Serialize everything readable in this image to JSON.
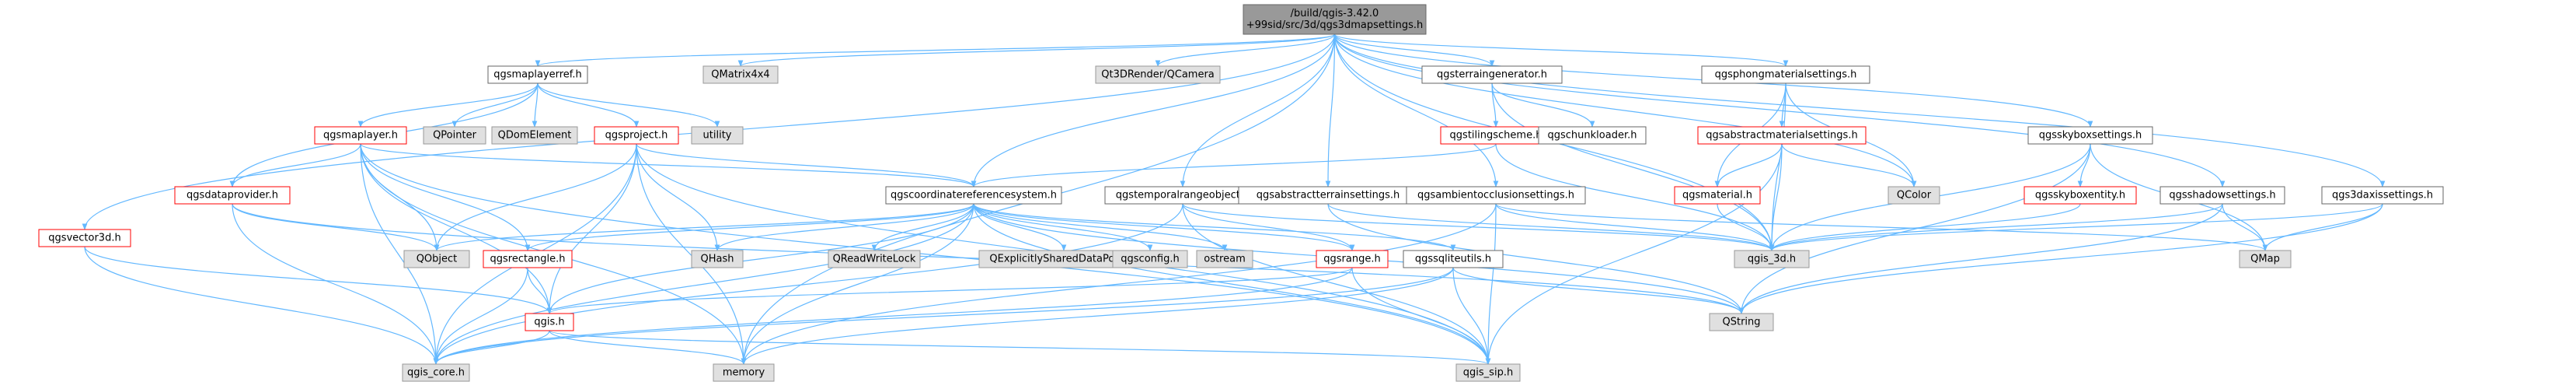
{
  "palette": {
    "edge": "#63b8ff",
    "file_fill": "#ffffff",
    "file_border": "#666666",
    "root_fill": "#999999",
    "root_border": "#666666",
    "ext_fill": "#e0e0e0",
    "ext_border": "#999999",
    "incomplete_border": "#ff0000"
  },
  "nodes": [
    {
      "id": "root",
      "label": [
        "/build/qgis-3.42.0",
        "+99sid/src/3d/qgs3dmapsettings.h"
      ],
      "kind": "root"
    },
    {
      "id": "maplayerref",
      "label": [
        "qgsmaplayerref.h"
      ],
      "kind": "file"
    },
    {
      "id": "qmatrix4x4",
      "label": [
        "QMatrix4x4"
      ],
      "kind": "ext"
    },
    {
      "id": "qt3drender",
      "label": [
        "Qt3DRender/QCamera"
      ],
      "kind": "ext"
    },
    {
      "id": "terraingen",
      "label": [
        "qgsterraingenerator.h"
      ],
      "kind": "file"
    },
    {
      "id": "phongmat",
      "label": [
        "qgsphongmaterialsettings.h"
      ],
      "kind": "file"
    },
    {
      "id": "vector3d",
      "label": [
        "qgsvector3d.h"
      ],
      "kind": "incomplete"
    },
    {
      "id": "maplayer",
      "label": [
        "qgsmaplayer.h"
      ],
      "kind": "incomplete"
    },
    {
      "id": "qpointer",
      "label": [
        "QPointer"
      ],
      "kind": "ext"
    },
    {
      "id": "qdomelement",
      "label": [
        "QDomElement"
      ],
      "kind": "ext"
    },
    {
      "id": "project",
      "label": [
        "qgsproject.h"
      ],
      "kind": "incomplete"
    },
    {
      "id": "utility",
      "label": [
        "utility"
      ],
      "kind": "ext"
    },
    {
      "id": "tilingscheme",
      "label": [
        "qgstilingscheme.h"
      ],
      "kind": "incomplete"
    },
    {
      "id": "chunkloader",
      "label": [
        "qgschunkloader.h"
      ],
      "kind": "file"
    },
    {
      "id": "absmat",
      "label": [
        "qgsabstractmaterialsettings.h"
      ],
      "kind": "incomplete"
    },
    {
      "id": "skybox",
      "label": [
        "qgsskyboxsettings.h"
      ],
      "kind": "file"
    },
    {
      "id": "dataprovider",
      "label": [
        "qgsdataprovider.h"
      ],
      "kind": "incomplete"
    },
    {
      "id": "crs",
      "label": [
        "qgscoordinatereferencesystem.h"
      ],
      "kind": "file"
    },
    {
      "id": "temporal",
      "label": [
        "qgstemporalrangeobject.h"
      ],
      "kind": "file"
    },
    {
      "id": "absterrain",
      "label": [
        "qgsabstractterrainsettings.h"
      ],
      "kind": "file"
    },
    {
      "id": "ambient",
      "label": [
        "qgsambientocclusionsettings.h"
      ],
      "kind": "file"
    },
    {
      "id": "material",
      "label": [
        "qgsmaterial.h"
      ],
      "kind": "incomplete"
    },
    {
      "id": "qcolor",
      "label": [
        "QColor"
      ],
      "kind": "ext"
    },
    {
      "id": "skyboxentity",
      "label": [
        "qgsskyboxentity.h"
      ],
      "kind": "incomplete"
    },
    {
      "id": "shadow",
      "label": [
        "qgsshadowsettings.h"
      ],
      "kind": "file"
    },
    {
      "id": "axis",
      "label": [
        "qgs3daxissettings.h"
      ],
      "kind": "file"
    },
    {
      "id": "qobject",
      "label": [
        "QObject"
      ],
      "kind": "ext"
    },
    {
      "id": "rectangle",
      "label": [
        "qgsrectangle.h"
      ],
      "kind": "incomplete"
    },
    {
      "id": "qhash",
      "label": [
        "QHash"
      ],
      "kind": "ext"
    },
    {
      "id": "qreadwritelock",
      "label": [
        "QReadWriteLock"
      ],
      "kind": "ext"
    },
    {
      "id": "qexplicit",
      "label": [
        "QExplicitlySharedDataPointer"
      ],
      "kind": "ext"
    },
    {
      "id": "qgsconfig",
      "label": [
        "qgsconfig.h"
      ],
      "kind": "ext"
    },
    {
      "id": "ostream",
      "label": [
        "ostream"
      ],
      "kind": "ext"
    },
    {
      "id": "range",
      "label": [
        "qgsrange.h"
      ],
      "kind": "incomplete"
    },
    {
      "id": "sqlite",
      "label": [
        "qgssqliteutils.h"
      ],
      "kind": "file"
    },
    {
      "id": "qgis3d",
      "label": [
        "qgis_3d.h"
      ],
      "kind": "ext"
    },
    {
      "id": "qmap",
      "label": [
        "QMap"
      ],
      "kind": "ext"
    },
    {
      "id": "qgis",
      "label": [
        "qgis.h"
      ],
      "kind": "incomplete"
    },
    {
      "id": "qstring",
      "label": [
        "QString"
      ],
      "kind": "ext"
    },
    {
      "id": "qgiscore",
      "label": [
        "qgis_core.h"
      ],
      "kind": "ext"
    },
    {
      "id": "memory",
      "label": [
        "memory"
      ],
      "kind": "ext"
    },
    {
      "id": "qgissip",
      "label": [
        "qgis_sip.h"
      ],
      "kind": "ext"
    }
  ],
  "edges": [
    [
      "root",
      "maplayerref"
    ],
    [
      "root",
      "qmatrix4x4"
    ],
    [
      "root",
      "qt3drender"
    ],
    [
      "root",
      "terraingen"
    ],
    [
      "root",
      "phongmat"
    ],
    [
      "root",
      "vector3d"
    ],
    [
      "root",
      "crs"
    ],
    [
      "root",
      "temporal"
    ],
    [
      "root",
      "absterrain"
    ],
    [
      "root",
      "ambient"
    ],
    [
      "root",
      "skybox"
    ],
    [
      "root",
      "shadow"
    ],
    [
      "root",
      "axis"
    ],
    [
      "root",
      "qcolor"
    ],
    [
      "root",
      "qgis3d"
    ],
    [
      "root",
      "memory"
    ],
    [
      "maplayerref",
      "maplayer"
    ],
    [
      "maplayerref",
      "qpointer"
    ],
    [
      "maplayerref",
      "qdomelement"
    ],
    [
      "maplayerref",
      "project"
    ],
    [
      "maplayerref",
      "utility"
    ],
    [
      "maplayerref",
      "dataprovider"
    ],
    [
      "maplayer",
      "dataprovider"
    ],
    [
      "maplayer",
      "crs"
    ],
    [
      "maplayer",
      "rectangle"
    ],
    [
      "maplayer",
      "qobject"
    ],
    [
      "maplayer",
      "qgis"
    ],
    [
      "maplayer",
      "qgiscore"
    ],
    [
      "maplayer",
      "qgissip"
    ],
    [
      "maplayer",
      "memory"
    ],
    [
      "project",
      "crs"
    ],
    [
      "project",
      "qobject"
    ],
    [
      "project",
      "qhash"
    ],
    [
      "project",
      "qgis"
    ],
    [
      "project",
      "qgiscore"
    ],
    [
      "project",
      "memory"
    ],
    [
      "project",
      "qgissip"
    ],
    [
      "dataprovider",
      "qobject"
    ],
    [
      "dataprovider",
      "qgiscore"
    ],
    [
      "dataprovider",
      "qstring"
    ],
    [
      "crs",
      "qobject"
    ],
    [
      "crs",
      "rectangle"
    ],
    [
      "crs",
      "qhash"
    ],
    [
      "crs",
      "qreadwritelock"
    ],
    [
      "crs",
      "qexplicit"
    ],
    [
      "crs",
      "qgsconfig"
    ],
    [
      "crs",
      "ostream"
    ],
    [
      "crs",
      "range"
    ],
    [
      "crs",
      "sqlite"
    ],
    [
      "crs",
      "qgis"
    ],
    [
      "crs",
      "qgiscore"
    ],
    [
      "crs",
      "qgissip"
    ],
    [
      "crs",
      "qstring"
    ],
    [
      "crs",
      "memory"
    ],
    [
      "rectangle",
      "qgis"
    ],
    [
      "rectangle",
      "qgiscore"
    ],
    [
      "range",
      "qgis"
    ],
    [
      "range",
      "qgiscore"
    ],
    [
      "range",
      "qgissip"
    ],
    [
      "sqlite",
      "qgiscore"
    ],
    [
      "sqlite",
      "qstring"
    ],
    [
      "sqlite",
      "memory"
    ],
    [
      "sqlite",
      "qgissip"
    ],
    [
      "qgis",
      "qgiscore"
    ],
    [
      "qgis",
      "qgissip"
    ],
    [
      "qgis",
      "memory"
    ],
    [
      "vector3d",
      "qgis"
    ],
    [
      "vector3d",
      "qgiscore"
    ],
    [
      "terraingen",
      "tilingscheme"
    ],
    [
      "terraingen",
      "chunkloader"
    ],
    [
      "terraingen",
      "qgis3d"
    ],
    [
      "tilingscheme",
      "crs"
    ],
    [
      "tilingscheme",
      "qgis3d"
    ],
    [
      "phongmat",
      "absmat"
    ],
    [
      "phongmat",
      "material"
    ],
    [
      "phongmat",
      "qcolor"
    ],
    [
      "phongmat",
      "qgis3d"
    ],
    [
      "absmat",
      "material"
    ],
    [
      "absmat",
      "qcolor"
    ],
    [
      "absmat",
      "qgis3d"
    ],
    [
      "absmat",
      "qgissip"
    ],
    [
      "material",
      "qgis3d"
    ],
    [
      "skybox",
      "skyboxentity"
    ],
    [
      "skybox",
      "qmap"
    ],
    [
      "skybox",
      "qgis3d"
    ],
    [
      "skybox",
      "qstring"
    ],
    [
      "skyboxentity",
      "qgis3d"
    ],
    [
      "shadow",
      "qmap"
    ],
    [
      "shadow",
      "qgis3d"
    ],
    [
      "shadow",
      "qstring"
    ],
    [
      "axis",
      "qmap"
    ],
    [
      "axis",
      "qgis3d"
    ],
    [
      "axis",
      "qstring"
    ],
    [
      "temporal",
      "qgis3d"
    ],
    [
      "temporal",
      "range"
    ],
    [
      "temporal",
      "qgiscore"
    ],
    [
      "temporal",
      "qgissip"
    ],
    [
      "absterrain",
      "qgis3d"
    ],
    [
      "absterrain",
      "qstring"
    ],
    [
      "ambient",
      "qgis3d"
    ],
    [
      "ambient",
      "qmap"
    ],
    [
      "ambient",
      "qgissip"
    ],
    [
      "ambient",
      "memory"
    ]
  ]
}
